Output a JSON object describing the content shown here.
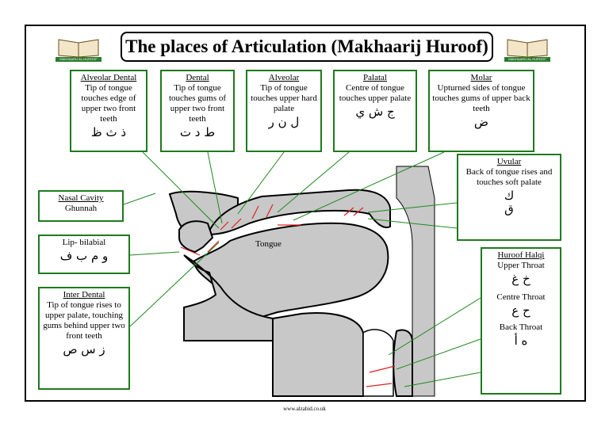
{
  "title": "The places of Articulation (Makhaarij Huroof)",
  "logo_label": "MAKHAARIJ AL-HUROOF",
  "footer": "www.alzahid.co.uk",
  "tongue_label": "Tongue",
  "boxes": {
    "alveolar_dental": {
      "heading": "Alveolar Dental",
      "text": "Tip of tongue touches edge of upper two front teeth",
      "arabic": "ذ ث ظ"
    },
    "dental": {
      "heading": "Dental",
      "text": "Tip of tongue touches gums of upper two front teeth",
      "arabic": "ط د ت"
    },
    "alveolar": {
      "heading": "Alveolar",
      "text": "Tip of tongue touches upper hard palate",
      "arabic": "ل ن ر"
    },
    "palatal": {
      "heading": "Palatal",
      "text": "Centre of tongue touches upper palate",
      "arabic": "ج ش ي"
    },
    "molar": {
      "heading": "Molar",
      "text": "Upturned sides of tongue touches gums of upper back teeth",
      "arabic": "ض"
    },
    "uvular": {
      "heading": "Uvular",
      "text": "Back of tongue rises and touches soft palate",
      "arabic_1": "ك",
      "arabic_2": "ق"
    },
    "nasal": {
      "heading": "Nasal Cavity",
      "text": "Ghunnah"
    },
    "lip": {
      "heading": "Lip- bilabial",
      "arabic": "و م ب ف"
    },
    "inter_dental": {
      "heading": "Inter Dental",
      "text": "Tip of tongue rises to upper palate, touching gums behind upper two front teeth",
      "arabic": "ز س ص"
    },
    "halqi": {
      "heading": "Huroof  Halqi",
      "upper_label": "Upper",
      "upper_label_2": "Throat",
      "upper_arabic": "خ غ",
      "centre_label": "Centre Throat",
      "centre_arabic": "ح ع",
      "back_label": "Back Throat",
      "back_arabic": "ه أ"
    }
  },
  "colors": {
    "box_border": "#1e7a1e",
    "tissue": "#c8c8c8",
    "arrow_red": "#e02020",
    "arrow_green": "#1e8a1e"
  }
}
